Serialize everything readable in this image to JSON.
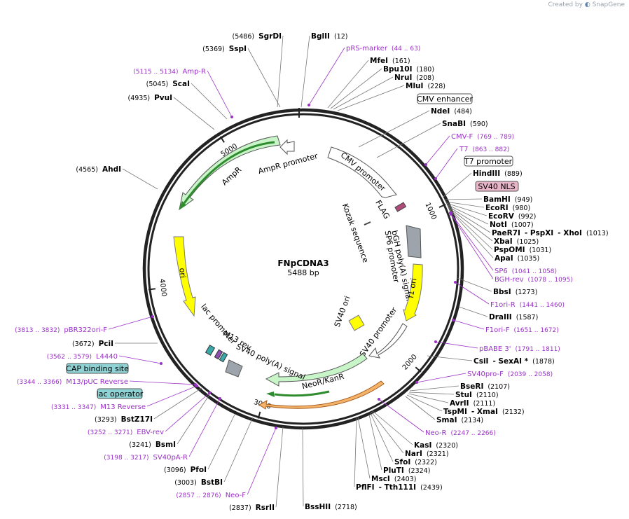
{
  "branding": {
    "created_by": "Created by",
    "product": "SnapGene"
  },
  "plasmid": {
    "name": "FNpCDNA3",
    "size_label": "5488 bp",
    "length": 5488
  },
  "colors": {
    "enzyme": "#000000",
    "primer": "#9b30c8",
    "ori": "#ffff00",
    "amp": "#c8f5c8",
    "orange": "#f5b36a",
    "nls": "#e8b4c8",
    "ticks": "#333333"
  },
  "ticks": [
    {
      "bp": 1000,
      "label": "1000"
    },
    {
      "bp": 2000,
      "label": "2000"
    },
    {
      "bp": 3000,
      "label": "3000"
    },
    {
      "bp": 4000,
      "label": "4000"
    },
    {
      "bp": 5000,
      "label": "5000"
    }
  ],
  "features": [
    {
      "name": "CMV enhancer"
    },
    {
      "name": "CMV promoter"
    },
    {
      "name": "T7 promoter"
    },
    {
      "name": "SV40 NLS"
    },
    {
      "name": "FLAG"
    },
    {
      "name": "Kozak sequence"
    },
    {
      "name": "bGH poly(A) signal"
    },
    {
      "name": "SP6 promoter"
    },
    {
      "name": "f1 ori"
    },
    {
      "name": "SV40 promoter"
    },
    {
      "name": "SV40 ori"
    },
    {
      "name": "NeoR/KanR"
    },
    {
      "name": "SV40 poly(A) signal"
    },
    {
      "name": "M13 rev"
    },
    {
      "name": "lac promoter"
    },
    {
      "name": "ori"
    },
    {
      "name": "AmpR"
    },
    {
      "name": "AmpR promoter"
    },
    {
      "name": "CAP binding site"
    },
    {
      "name": "lac operator"
    }
  ],
  "labels": [
    {
      "id": "l0",
      "type": "enzyme",
      "parts": [
        [
          "(5486)",
          "pos"
        ],
        [
          "SgrDI",
          "name"
        ]
      ]
    },
    {
      "id": "l1",
      "type": "enzyme",
      "parts": [
        [
          "BglII",
          "name"
        ],
        [
          "(12)",
          "pos"
        ]
      ]
    },
    {
      "id": "l2",
      "type": "enzyme",
      "parts": [
        [
          "(5369)",
          "pos"
        ],
        [
          "SspI",
          "name"
        ]
      ]
    },
    {
      "id": "l3",
      "type": "primer",
      "parts": [
        [
          "pRS-marker",
          "name"
        ],
        [
          "(44 .. 63)",
          "pos"
        ]
      ]
    },
    {
      "id": "l4",
      "type": "enzyme",
      "parts": [
        [
          "MfeI",
          "name"
        ],
        [
          "(161)",
          "pos"
        ]
      ]
    },
    {
      "id": "l5",
      "type": "primer",
      "parts": [
        [
          "(5115 .. 5134)",
          "pos"
        ],
        [
          "Amp-R",
          "name"
        ]
      ]
    },
    {
      "id": "l6",
      "type": "enzyme",
      "parts": [
        [
          "Bpu10I",
          "name"
        ],
        [
          "(180)",
          "pos"
        ]
      ]
    },
    {
      "id": "l7",
      "type": "enzyme",
      "parts": [
        [
          "NruI",
          "name"
        ],
        [
          "(208)",
          "pos"
        ]
      ]
    },
    {
      "id": "l8",
      "type": "enzyme",
      "parts": [
        [
          "(5045)",
          "pos"
        ],
        [
          "ScaI",
          "name"
        ]
      ]
    },
    {
      "id": "l9",
      "type": "enzyme",
      "parts": [
        [
          "MluI",
          "name"
        ],
        [
          "(228)",
          "pos"
        ]
      ]
    },
    {
      "id": "l10",
      "type": "enzyme",
      "parts": [
        [
          "(4935)",
          "pos"
        ],
        [
          "PvuI",
          "name"
        ]
      ]
    },
    {
      "id": "l11",
      "type": "enzyme",
      "parts": [
        [
          "NdeI",
          "name"
        ],
        [
          "(484)",
          "pos"
        ]
      ]
    },
    {
      "id": "l12",
      "type": "enzyme",
      "parts": [
        [
          "SnaBI",
          "name"
        ],
        [
          "(590)",
          "pos"
        ]
      ]
    },
    {
      "id": "l13",
      "type": "primer",
      "parts": [
        [
          "CMV-F",
          "name"
        ],
        [
          "(769 .. 789)",
          "pos"
        ]
      ]
    },
    {
      "id": "l14",
      "type": "primer",
      "parts": [
        [
          "T7",
          "name"
        ],
        [
          "(863 .. 882)",
          "pos"
        ]
      ]
    },
    {
      "id": "l15",
      "type": "enzyme",
      "parts": [
        [
          "(4565)",
          "pos"
        ],
        [
          "AhdI",
          "name"
        ]
      ]
    },
    {
      "id": "l16",
      "type": "enzyme",
      "parts": [
        [
          "HindIII",
          "name"
        ],
        [
          "(889)",
          "pos"
        ]
      ]
    },
    {
      "id": "l17",
      "type": "enzyme",
      "parts": [
        [
          "BamHI",
          "name"
        ],
        [
          "(949)",
          "pos"
        ]
      ]
    },
    {
      "id": "l18",
      "type": "enzyme",
      "parts": [
        [
          "EcoRI",
          "name"
        ],
        [
          "(980)",
          "pos"
        ]
      ]
    },
    {
      "id": "l19",
      "type": "enzyme",
      "parts": [
        [
          "EcoRV",
          "name"
        ],
        [
          "(992)",
          "pos"
        ]
      ]
    },
    {
      "id": "l20",
      "type": "enzyme",
      "parts": [
        [
          "NotI",
          "name"
        ],
        [
          "(1007)",
          "pos"
        ]
      ]
    },
    {
      "id": "l21",
      "type": "enzyme",
      "parts": [
        [
          "PaeR7I",
          "name"
        ],
        [
          "- PspXI",
          "name"
        ],
        [
          "- XhoI",
          "name"
        ],
        [
          "(1013)",
          "pos"
        ]
      ]
    },
    {
      "id": "l22",
      "type": "enzyme",
      "parts": [
        [
          "XbaI",
          "name"
        ],
        [
          "(1025)",
          "pos"
        ]
      ]
    },
    {
      "id": "l23",
      "type": "enzyme",
      "parts": [
        [
          "PspOMI",
          "name"
        ],
        [
          "(1031)",
          "pos"
        ]
      ]
    },
    {
      "id": "l24",
      "type": "enzyme",
      "parts": [
        [
          "ApaI",
          "name"
        ],
        [
          "(1035)",
          "pos"
        ]
      ]
    },
    {
      "id": "l25",
      "type": "primer",
      "parts": [
        [
          "SP6",
          "name"
        ],
        [
          "(1041 .. 1058)",
          "pos"
        ]
      ]
    },
    {
      "id": "l26",
      "type": "primer",
      "parts": [
        [
          "BGH-rev",
          "name"
        ],
        [
          "(1078 .. 1095)",
          "pos"
        ]
      ]
    },
    {
      "id": "l27",
      "type": "enzyme",
      "parts": [
        [
          "BbsI",
          "name"
        ],
        [
          "(1273)",
          "pos"
        ]
      ]
    },
    {
      "id": "l28",
      "type": "primer",
      "parts": [
        [
          "F1ori-R",
          "name"
        ],
        [
          "(1441 .. 1460)",
          "pos"
        ]
      ]
    },
    {
      "id": "l29",
      "type": "enzyme",
      "parts": [
        [
          "DraIII",
          "name"
        ],
        [
          "(1587)",
          "pos"
        ]
      ]
    },
    {
      "id": "l30",
      "type": "primer",
      "parts": [
        [
          "(3813 .. 3832)",
          "pos"
        ],
        [
          "pBR322ori-F",
          "name"
        ]
      ]
    },
    {
      "id": "l31",
      "type": "primer",
      "parts": [
        [
          "F1ori-F",
          "name"
        ],
        [
          "(1651 .. 1672)",
          "pos"
        ]
      ]
    },
    {
      "id": "l32",
      "type": "enzyme",
      "parts": [
        [
          "(3672)",
          "pos"
        ],
        [
          "PciI",
          "name"
        ]
      ]
    },
    {
      "id": "l33",
      "type": "primer",
      "parts": [
        [
          "pBABE 3'",
          "name"
        ],
        [
          "(1791 .. 1811)",
          "pos"
        ]
      ]
    },
    {
      "id": "l34",
      "type": "primer",
      "parts": [
        [
          "(3562 .. 3579)",
          "pos"
        ],
        [
          "L4440",
          "name"
        ]
      ]
    },
    {
      "id": "l35",
      "type": "enzyme",
      "parts": [
        [
          "CsiI",
          "name"
        ],
        [
          "- SexAI *",
          "name"
        ],
        [
          "(1878)",
          "pos"
        ]
      ]
    },
    {
      "id": "l36",
      "type": "primer",
      "parts": [
        [
          "SV40pro-F",
          "name"
        ],
        [
          "(2039 .. 2058)",
          "pos"
        ]
      ]
    },
    {
      "id": "l37",
      "type": "primer",
      "parts": [
        [
          "(3344 .. 3366)",
          "pos"
        ],
        [
          "M13/pUC Reverse",
          "name"
        ]
      ]
    },
    {
      "id": "l38",
      "type": "enzyme",
      "parts": [
        [
          "BseRI",
          "name"
        ],
        [
          "(2107)",
          "pos"
        ]
      ]
    },
    {
      "id": "l39",
      "type": "enzyme",
      "parts": [
        [
          "StuI",
          "name"
        ],
        [
          "(2110)",
          "pos"
        ]
      ]
    },
    {
      "id": "l40",
      "type": "enzyme",
      "parts": [
        [
          "AvrII",
          "name"
        ],
        [
          "(2111)",
          "pos"
        ]
      ]
    },
    {
      "id": "l41",
      "type": "enzyme",
      "parts": [
        [
          "TspMI",
          "name"
        ],
        [
          "- XmaI",
          "name"
        ],
        [
          "(2132)",
          "pos"
        ]
      ]
    },
    {
      "id": "l42",
      "type": "primer",
      "parts": [
        [
          "(3331 .. 3347)",
          "pos"
        ],
        [
          "M13 Reverse",
          "name"
        ]
      ]
    },
    {
      "id": "l43",
      "type": "enzyme",
      "parts": [
        [
          "SmaI",
          "name"
        ],
        [
          "(2134)",
          "pos"
        ]
      ]
    },
    {
      "id": "l44",
      "type": "enzyme",
      "parts": [
        [
          "(3293)",
          "pos"
        ],
        [
          "BstZ17I",
          "name"
        ]
      ]
    },
    {
      "id": "l45",
      "type": "primer",
      "parts": [
        [
          "(3252 .. 3271)",
          "pos"
        ],
        [
          "EBV-rev",
          "name"
        ]
      ]
    },
    {
      "id": "l46",
      "type": "primer",
      "parts": [
        [
          "Neo-R",
          "name"
        ],
        [
          "(2247 .. 2266)",
          "pos"
        ]
      ]
    },
    {
      "id": "l47",
      "type": "enzyme",
      "parts": [
        [
          "(3241)",
          "pos"
        ],
        [
          "BsmI",
          "name"
        ]
      ]
    },
    {
      "id": "l48",
      "type": "enzyme",
      "parts": [
        [
          "KasI",
          "name"
        ],
        [
          "(2320)",
          "pos"
        ]
      ]
    },
    {
      "id": "l49",
      "type": "enzyme",
      "parts": [
        [
          "NarI",
          "name"
        ],
        [
          "(2321)",
          "pos"
        ]
      ]
    },
    {
      "id": "l50",
      "type": "primer",
      "parts": [
        [
          "(3198 .. 3217)",
          "pos"
        ],
        [
          "SV40pA-R",
          "name"
        ]
      ]
    },
    {
      "id": "l51",
      "type": "enzyme",
      "parts": [
        [
          "SfoI",
          "name"
        ],
        [
          "(2322)",
          "pos"
        ]
      ]
    },
    {
      "id": "l52",
      "type": "enzyme",
      "parts": [
        [
          "(3096)",
          "pos"
        ],
        [
          "PfoI",
          "name"
        ]
      ]
    },
    {
      "id": "l53",
      "type": "enzyme",
      "parts": [
        [
          "PluTI",
          "name"
        ],
        [
          "(2324)",
          "pos"
        ]
      ]
    },
    {
      "id": "l54",
      "type": "enzyme",
      "parts": [
        [
          "(3003)",
          "pos"
        ],
        [
          "BstBI",
          "name"
        ]
      ]
    },
    {
      "id": "l55",
      "type": "enzyme",
      "parts": [
        [
          "MscI",
          "name"
        ],
        [
          "(2403)",
          "pos"
        ]
      ]
    },
    {
      "id": "l56",
      "type": "enzyme",
      "parts": [
        [
          "PflFI",
          "name"
        ],
        [
          "- Tth111I",
          "name"
        ],
        [
          "(2439)",
          "pos"
        ]
      ]
    },
    {
      "id": "l57",
      "type": "primer",
      "parts": [
        [
          "(2857 .. 2876)",
          "pos"
        ],
        [
          "Neo-F",
          "name"
        ]
      ]
    },
    {
      "id": "l58",
      "type": "enzyme",
      "parts": [
        [
          "(2837)",
          "pos"
        ],
        [
          "RsrII",
          "name"
        ]
      ]
    },
    {
      "id": "l59",
      "type": "enzyme",
      "parts": [
        [
          "BssHII",
          "name"
        ],
        [
          "(2718)",
          "pos"
        ]
      ]
    }
  ]
}
